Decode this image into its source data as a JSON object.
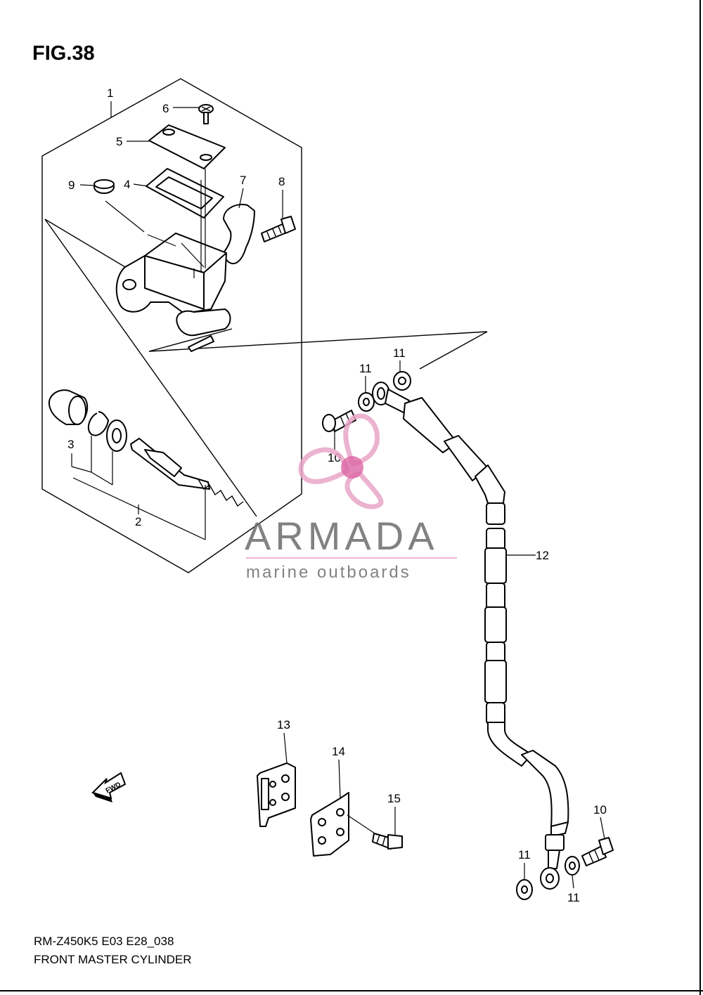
{
  "figure": {
    "title": "FIG.38",
    "model_code": "RM-Z450K5 E03 E28_038",
    "section_title": "FRONT MASTER CYLINDER"
  },
  "callouts": [
    "1",
    "2",
    "3",
    "4",
    "5",
    "6",
    "7",
    "8",
    "9",
    "10",
    "10",
    "11",
    "11",
    "11",
    "11",
    "12",
    "13",
    "14",
    "15"
  ],
  "direction_arrow": {
    "label": "FWD",
    "icon": "fwd-arrow-icon"
  },
  "watermark": {
    "brand": "ARMADA",
    "tagline": "marine outboards",
    "colors": {
      "text": "#6d6d6d",
      "accent": "#e9a6c8",
      "hub": "#d64d96"
    }
  }
}
